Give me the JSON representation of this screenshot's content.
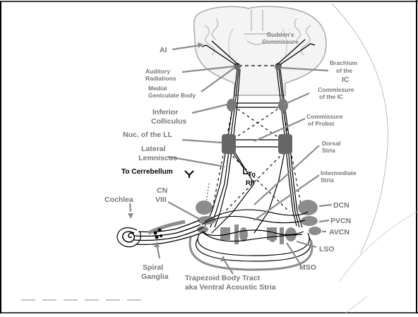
{
  "labels": {
    "ai": "AI",
    "gudden_1": "Gudden's",
    "gudden_2": "Commissure",
    "aud_rad_1": "Auditory",
    "aud_rad_2": "Radiations",
    "mgb_1": "Medial",
    "mgb_2": "Geniculate Body",
    "brachium_1": "Brachium",
    "brachium_2": "of the",
    "brachium_3": "IC",
    "comm_ic_1": "Commissure",
    "comm_ic_2": "of the IC",
    "ic_1": "Inferior",
    "ic_2": "Colliculus",
    "probst_1": "Commissure",
    "probst_2": "of Probst",
    "nll": "Nuc. of the LL",
    "ll_1": "Lateral",
    "ll_2": "Lemniscus",
    "dorsal_stria_1": "Dorsal",
    "dorsal_stria_2": "Stria",
    "to_rf_1": "To",
    "to_rf_2": "RF",
    "to_cerebellum": "To Cerrebellum",
    "inter_stria_1": "Intermediate",
    "inter_stria_2": "Stria",
    "cochlea": "Cochlea",
    "cn_1": "CN",
    "cn_2": "VIII",
    "dcn": "DCN",
    "pvcn": "PVCN",
    "avcn": "AVCN",
    "lso": "LSO",
    "mso": "MSO",
    "spiral_1": "Spiral",
    "spiral_2": "Ganglia",
    "tbt_1": "Trapezoid Body Tract",
    "tbt_2": "aka Ventral Acoustic Stria"
  },
  "colors": {
    "label_gray": "#777777",
    "structure_gray": "#8c8c8c",
    "nucleus_dark": "#6a6a6a",
    "brain_outline": "#a8a8a8"
  }
}
